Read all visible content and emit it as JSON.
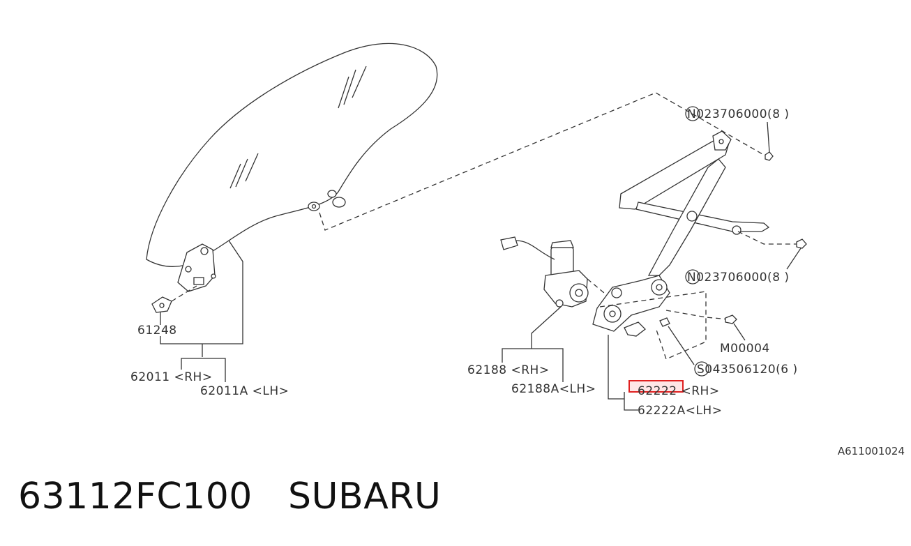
{
  "callouts": {
    "nut_top": "N023706000(8 )",
    "nut_mid": "N023706000(8 )",
    "m_code": "M00004",
    "screw": "S043506120(6 )",
    "p61248": "61248",
    "p62011_rh": "62011 <RH>",
    "p62011a_lh": "62011A <LH>",
    "p62188_rh": "62188 <RH>",
    "p62188a_lh": "62188A<LH>",
    "p62222_rh": "62222 <RH>",
    "p62222a_lh": "62222A<LH>"
  },
  "highlight_color": "#e02020",
  "reference": "A611001024",
  "footer": {
    "part_number": "63112FC100",
    "brand": "SUBARU"
  }
}
